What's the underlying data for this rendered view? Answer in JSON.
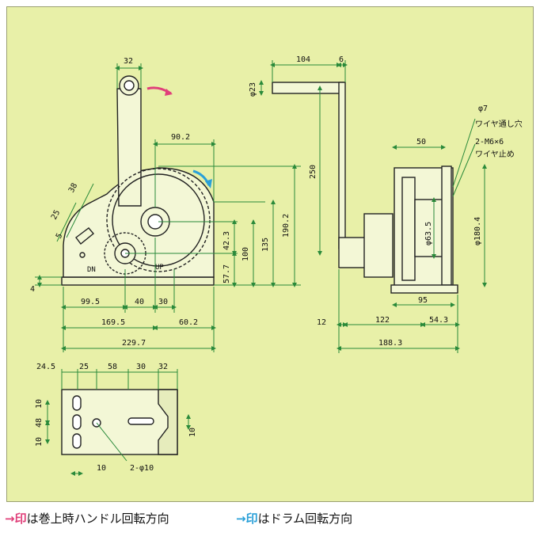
{
  "colors": {
    "background": "#e8f0a8",
    "dim_green": "#2a8a3a",
    "outline": "#222222",
    "handle_arrow": "#e0407a",
    "drum_arrow": "#2aa0d8"
  },
  "side_view": {
    "dims": {
      "handle_width": "32",
      "top_offset": "90.2",
      "d38": "38",
      "d25": "25",
      "d5": "5",
      "h190_2": "190.2",
      "h135": "135",
      "h100": "100",
      "h42_3": "42.3",
      "h57_7": "57.7",
      "d4": "4",
      "w99_5": "99.5",
      "w40": "40",
      "w30": "30",
      "w169_5": "169.5",
      "w60_2": "60.2",
      "w229_7": "229.7"
    },
    "labels": {
      "dn": "DN",
      "up": "UP"
    }
  },
  "front_view": {
    "dims": {
      "d104": "104",
      "d6": "6",
      "d23": "φ23",
      "d250": "250",
      "d50": "50",
      "phi7": "φ7",
      "wire_hole": "ワイヤ通し穴",
      "m6": "2-M6×6",
      "wire_stop": "ワイヤ止め",
      "phi180_4": "φ180.4",
      "phi63_5": "φ63.5",
      "w95": "95",
      "w12": "12",
      "w122": "122",
      "w54_3": "54.3",
      "w188_3": "188.3"
    }
  },
  "base_view": {
    "dims": {
      "t24_5": "24.5",
      "t25": "25",
      "t58": "58",
      "t30": "30",
      "t32": "32",
      "l10a": "10",
      "l48": "48",
      "l10b": "10",
      "r10": "10",
      "b10": "10",
      "holes": "2-φ10"
    }
  },
  "legend": {
    "handle_arrow": "→",
    "handle_mark": "印",
    "handle_text": "は巻上時ハンドル回転方向",
    "drum_arrow": "→",
    "drum_mark": "印",
    "drum_text": "はドラム回転方向"
  }
}
